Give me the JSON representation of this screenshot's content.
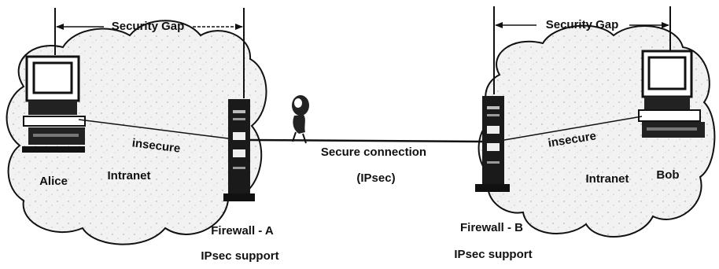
{
  "left": {
    "gap_label": "Security Gap",
    "host_label": "Alice",
    "net_label": "Intranet",
    "link_label": "insecure",
    "firewall_label": "Firewall - A",
    "ipsec_label": "IPsec support"
  },
  "right": {
    "gap_label": "Security Gap",
    "host_label": "Bob",
    "net_label": "Intranet",
    "link_label": "insecure",
    "firewall_label": "Firewall - B",
    "ipsec_label": "IPsec support"
  },
  "center": {
    "connection_label": "Secure connection",
    "protocol_label": "(IPsec)"
  },
  "colors": {
    "ink": "#111111",
    "cloud_fill": "#f2f2f2",
    "background": "#ffffff"
  }
}
